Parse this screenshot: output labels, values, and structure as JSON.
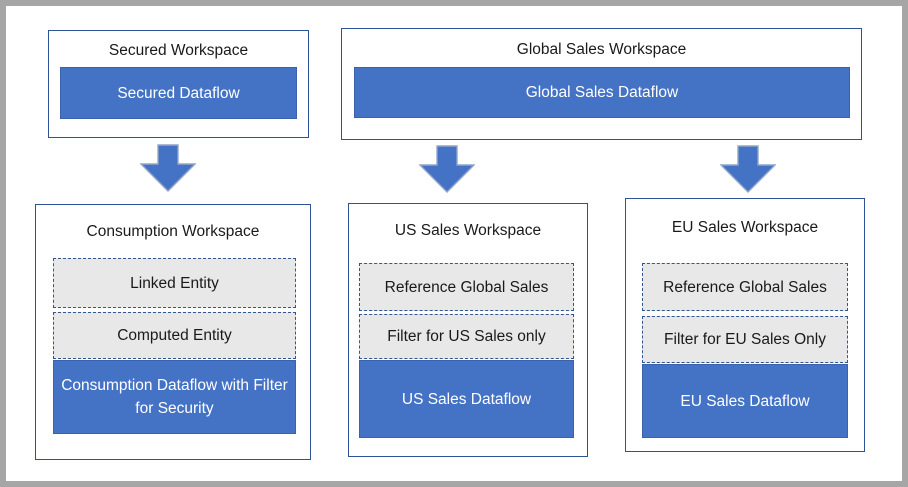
{
  "colors": {
    "dataflow_fill": "#4472c4",
    "dataflow_border": "#3a62ad",
    "entity_fill": "#e8e8e8",
    "entity_dashed_border": "#33568f",
    "workspace_border": "#2e5395",
    "frame_gray": "#a6a6a6",
    "text_dark": "#1a1a1a",
    "text_light": "#ffffff"
  },
  "workspaces": [
    {
      "id": "secured",
      "title": "Secured Workspace",
      "items": [
        {
          "label": "Secured Dataflow",
          "kind": "dataflow"
        }
      ]
    },
    {
      "id": "global-sales",
      "title": "Global Sales Workspace",
      "items": [
        {
          "label": "Global Sales Dataflow",
          "kind": "dataflow"
        }
      ]
    },
    {
      "id": "consumption",
      "title": "Consumption Workspace",
      "items": [
        {
          "label": "Linked Entity",
          "kind": "entity"
        },
        {
          "label": "Computed Entity",
          "kind": "entity"
        },
        {
          "label": "Consumption Dataflow with Filter for Security",
          "kind": "dataflow"
        }
      ]
    },
    {
      "id": "us-sales",
      "title": "US Sales Workspace",
      "items": [
        {
          "label": "Reference Global Sales",
          "kind": "entity"
        },
        {
          "label": "Filter for US Sales only",
          "kind": "entity"
        },
        {
          "label": "US Sales Dataflow",
          "kind": "dataflow"
        }
      ]
    },
    {
      "id": "eu-sales",
      "title": "EU Sales Workspace",
      "items": [
        {
          "label": "Reference Global Sales",
          "kind": "entity"
        },
        {
          "label": "Filter for EU Sales Only",
          "kind": "entity"
        },
        {
          "label": "EU Sales Dataflow",
          "kind": "dataflow"
        }
      ]
    }
  ],
  "connections": [
    {
      "from": "Secured Workspace",
      "to": "Consumption Workspace"
    },
    {
      "from": "Global Sales Workspace",
      "to": "US Sales Workspace"
    },
    {
      "from": "Global Sales Workspace",
      "to": "EU Sales Workspace"
    }
  ]
}
